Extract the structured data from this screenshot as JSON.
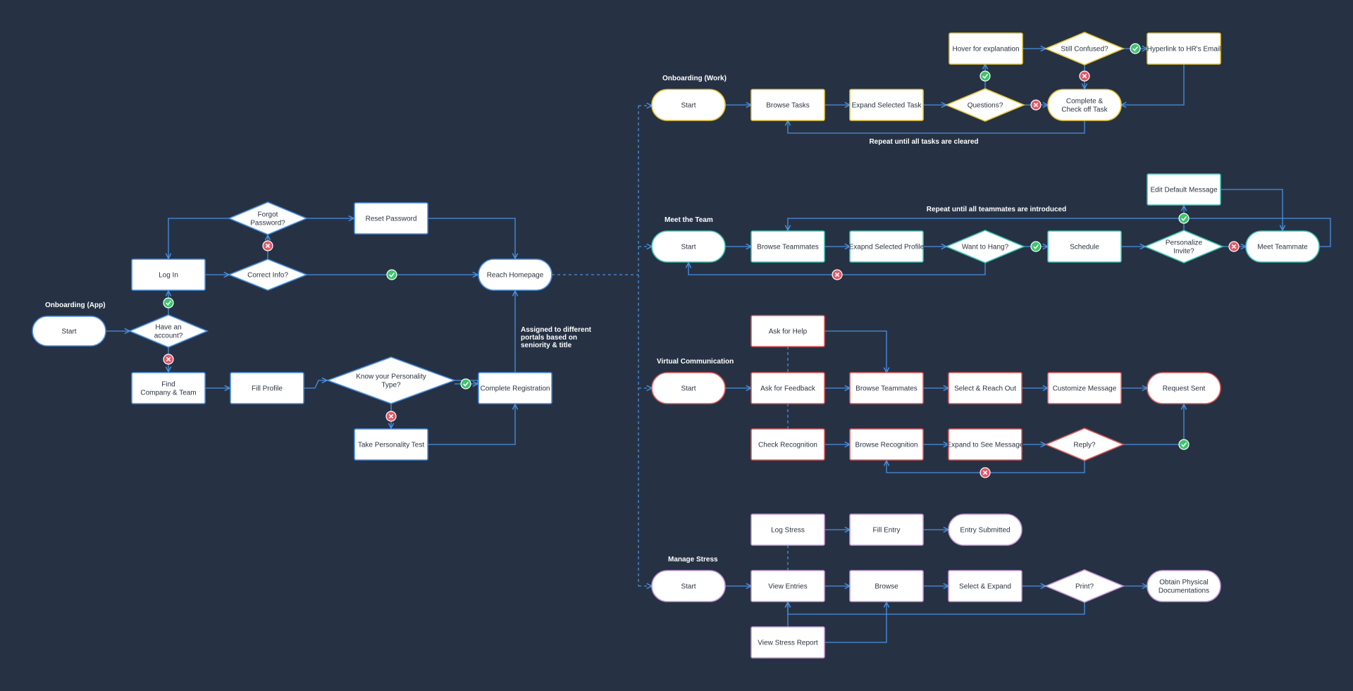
{
  "colors": {
    "background": "#263244",
    "connector": "#4a90e2",
    "app_border": "#4a90e2",
    "work_border": "#e5c73a",
    "team_border": "#3fc4b4",
    "comm_border": "#e05a5a",
    "stress_border": "#c59ad6",
    "yes_badge": "#3ec46d",
    "no_badge": "#e05a6a"
  },
  "sections": {
    "app": "Onboarding (App)",
    "work": "Onboarding (Work)",
    "team": "Meet the Team",
    "comm": "Virtual Communication",
    "stress": "Manage Stress"
  },
  "notes": {
    "assigned": [
      "Assigned to different",
      "portals based on",
      "seniority & title"
    ],
    "repeat_tasks": "Repeat until all tasks are cleared",
    "repeat_team": "Repeat until all teammates are introduced"
  },
  "nodes": {
    "app_start": "Start",
    "have_account": [
      "Have an",
      "account?"
    ],
    "log_in": "Log In",
    "correct_info": "Correct Info?",
    "forgot_password": [
      "Forgot",
      "Password?"
    ],
    "reset_password": "Reset Password",
    "reach_homepage": "Reach Homepage",
    "find_company": [
      "Find",
      "Company & Team"
    ],
    "fill_profile": "Fill Profile",
    "know_personality": [
      "Know your Personality",
      "Type?"
    ],
    "take_test": "Take Personality Test",
    "complete_registration": "Complete Registration",
    "work_start": "Start",
    "browse_tasks": "Browse Tasks",
    "expand_task": "Expand Selected Task",
    "questions": "Questions?",
    "hover_explanation": "Hover for explanation",
    "still_confused": "Still Confused?",
    "hyperlink_hr": "Hyperlink to HR's Email",
    "complete_task": [
      "Complete &",
      "Check off Task"
    ],
    "team_start": "Start",
    "browse_teammates_1": "Browse Teammates",
    "expand_profile": "Exapnd Selected Profile",
    "want_hang": "Want to Hang?",
    "schedule": "Schedule",
    "personalize_invite": [
      "Personalize",
      "Invite?"
    ],
    "edit_default": "Edit Default Message",
    "meet_teammate": "Meet Teammate",
    "comm_start": "Start",
    "ask_help": "Ask for Help",
    "ask_feedback": "Ask for Feedback",
    "browse_teammates_2": "Browse Teammates",
    "select_reach": "Select & Reach Out",
    "customize_message": "Customize Message",
    "request_sent": "Request Sent",
    "check_recognition": "Check Recognition",
    "browse_recognition": "Browse Recognition",
    "expand_message": "Expand to See Message",
    "reply": "Reply?",
    "stress_start": "Start",
    "log_stress": "Log Stress",
    "fill_entry": "Fill Entry",
    "entry_submitted": "Entry Submitted",
    "view_entries": "View Entries",
    "browse": "Browse",
    "select_expand": "Select & Expand",
    "print": "Print?",
    "obtain_docs": [
      "Obtain Physical",
      "Documentations"
    ],
    "view_report": "View Stress Report"
  }
}
